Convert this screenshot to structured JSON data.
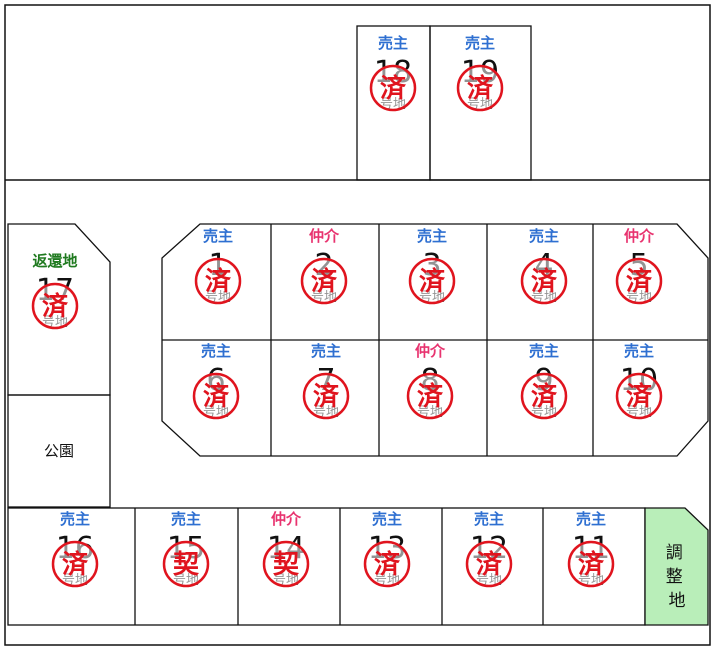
{
  "map": {
    "lots": [
      {
        "no": "18",
        "role": "売主",
        "stamp": "済",
        "sub": "号地"
      },
      {
        "no": "19",
        "role": "売主",
        "stamp": "済",
        "sub": "号地"
      },
      {
        "no": "17",
        "role": "返還地",
        "stamp": "済",
        "sub": "号地"
      },
      {
        "no": "1",
        "role": "売主",
        "stamp": "済",
        "sub": "号地"
      },
      {
        "no": "2",
        "role": "仲介",
        "stamp": "済",
        "sub": "号地"
      },
      {
        "no": "3",
        "role": "売主",
        "stamp": "済",
        "sub": "号地"
      },
      {
        "no": "4",
        "role": "売主",
        "stamp": "済",
        "sub": "号地"
      },
      {
        "no": "5",
        "role": "仲介",
        "stamp": "済",
        "sub": "号地"
      },
      {
        "no": "6",
        "role": "売主",
        "stamp": "済",
        "sub": "号地"
      },
      {
        "no": "7",
        "role": "売主",
        "stamp": "済",
        "sub": "号地"
      },
      {
        "no": "8",
        "role": "仲介",
        "stamp": "済",
        "sub": "号地"
      },
      {
        "no": "9",
        "role": "売主",
        "stamp": "済",
        "sub": "号地"
      },
      {
        "no": "10",
        "role": "売主",
        "stamp": "済",
        "sub": "号地"
      },
      {
        "no": "16",
        "role": "売主",
        "stamp": "済",
        "sub": "号地"
      },
      {
        "no": "15",
        "role": "売主",
        "stamp": "契",
        "sub": "号地"
      },
      {
        "no": "14",
        "role": "仲介",
        "stamp": "契",
        "sub": "号地"
      },
      {
        "no": "13",
        "role": "売主",
        "stamp": "済",
        "sub": "号地"
      },
      {
        "no": "12",
        "role": "売主",
        "stamp": "済",
        "sub": "号地"
      },
      {
        "no": "11",
        "role": "売主",
        "stamp": "済",
        "sub": "号地"
      }
    ],
    "park_label": "公園",
    "adjust_label": "調\n整\n地"
  },
  "colors": {
    "seller": "#2e6fd1",
    "broker": "#e8336f",
    "returned": "#1f7a1f",
    "stamp": "#e0141e",
    "adjust_fill": "#b9eeb9",
    "line": "#111111"
  }
}
